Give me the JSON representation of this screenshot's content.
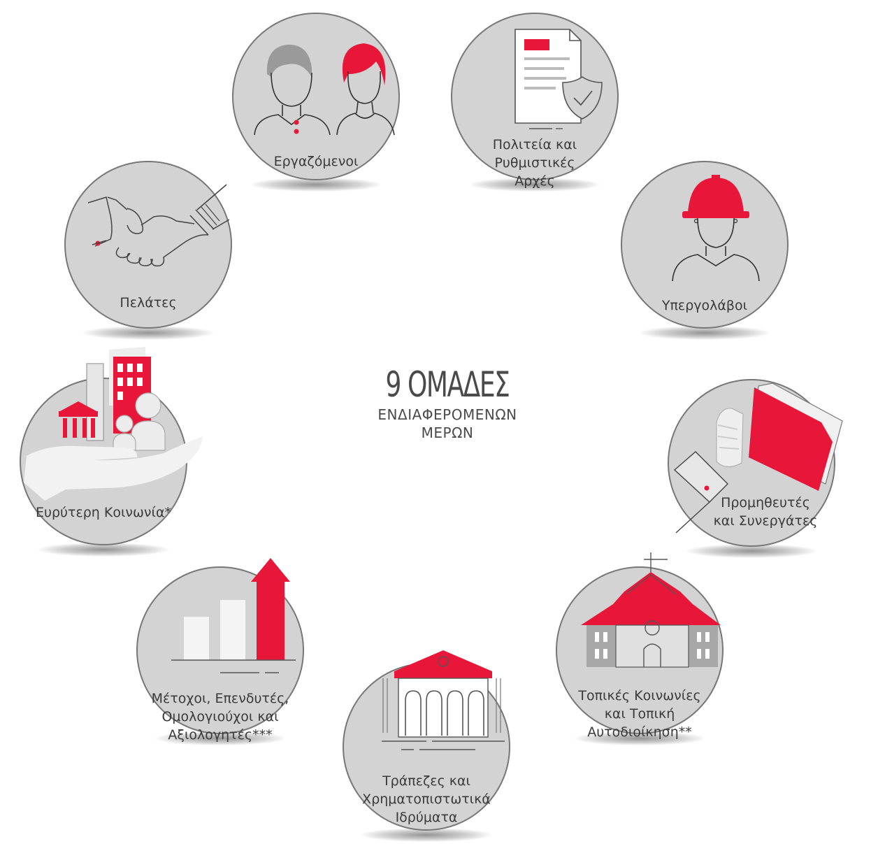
{
  "title": {
    "main": "9 ΟΜΑΔΕΣ",
    "line2": "ΕΝΔΙΑΦΕΡΟΜΕΝΩΝ",
    "line3": "ΜΕΡΩΝ"
  },
  "colors": {
    "accent": "#e8173a",
    "circle": "#d3d3d3",
    "outline": "#777777",
    "text": "#3a3a3a"
  },
  "groups": [
    {
      "id": "employees",
      "icon": "two-people-icon",
      "lines": [
        "Εργαζόμενοι"
      ]
    },
    {
      "id": "state",
      "icon": "document-shield-icon",
      "lines": [
        "Πολιτεία και",
        "Ρυθμιστικές",
        "Αρχές"
      ]
    },
    {
      "id": "subcontractors",
      "icon": "hardhat-worker-icon",
      "lines": [
        "Υπεργολάβοι"
      ]
    },
    {
      "id": "suppliers",
      "icon": "hand-folder-icon",
      "lines": [
        "Προμηθευτές",
        "και Συνεργάτες"
      ]
    },
    {
      "id": "local",
      "icon": "town-hall-icon",
      "lines": [
        "Τοπικές Κοινωνίες",
        "και Τοπική",
        "Αυτοδιοίκηση**"
      ]
    },
    {
      "id": "banks",
      "icon": "bank-building-icon",
      "lines": [
        "Τράπεζες και",
        "Χρηματοπιστωτικά",
        "Ιδρύματα"
      ]
    },
    {
      "id": "shareholders",
      "icon": "growth-bars-icon",
      "lines": [
        "Μέτοχοι, Επενδυτές,",
        "Ομολογιούχοι και",
        "Αξιολογητές***"
      ]
    },
    {
      "id": "society",
      "icon": "hand-city-icon",
      "lines": [
        "Ευρύτερη Κοινωνία*"
      ]
    },
    {
      "id": "customers",
      "icon": "handshake-icon",
      "lines": [
        "Πελάτες"
      ]
    }
  ]
}
